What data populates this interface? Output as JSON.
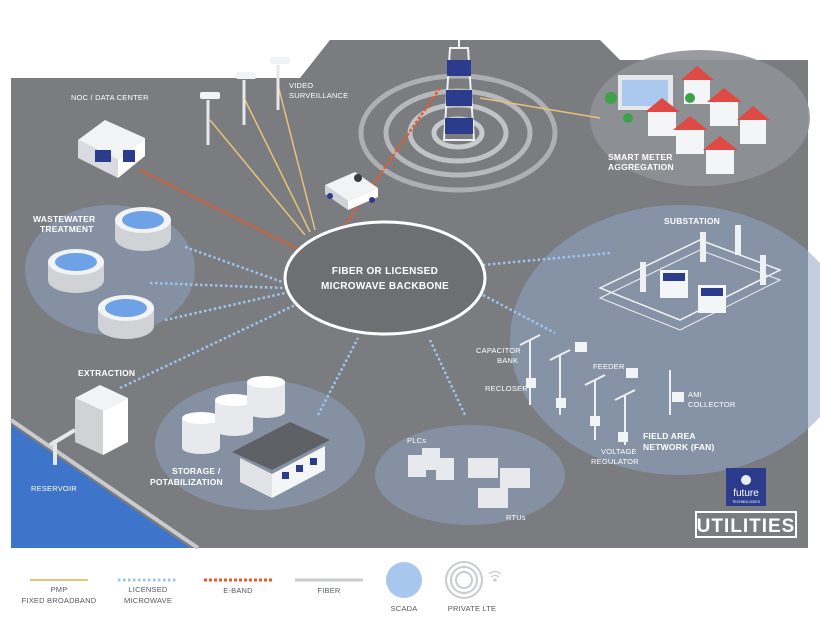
{
  "hub": {
    "line1": "FIBER OR LICENSED",
    "line2": "MICROWAVE BACKBONE"
  },
  "nodes": {
    "noc": "NOC / DATA CENTER",
    "video_1": "VIDEO",
    "video_2": "SURVEILLANCE",
    "smart_meter_1": "SMART METER",
    "smart_meter_2": "AGGREGATION",
    "wastewater_1": "WASTEWATER",
    "wastewater_2": "TREATMENT",
    "substation": "SUBSTATION",
    "extraction": "EXTRACTION",
    "capacitor_1": "CAPACITOR",
    "capacitor_2": "BANK",
    "feeder": "FEEDER",
    "recloser": "RECLOSER",
    "ami_1": "AMI",
    "ami_2": "COLLECTOR",
    "fan_1": "FIELD AREA",
    "fan_2": "NETWORK (FAN)",
    "voltage_1": "VOLTAGE",
    "voltage_2": "REGULATOR",
    "plcs": "PLCs",
    "rtus": "RTUs",
    "storage_1": "STORAGE /",
    "storage_2": "POTABILIZATION",
    "reservoir": "RESERVOIR"
  },
  "brand": {
    "logo_1": "future",
    "logo_2": "TECHNOLOGIES",
    "title": "UTILITIES"
  },
  "legend": {
    "pmp_1": "PMP",
    "pmp_2": "FIXED BROADBAND",
    "licensed_1": "LICENSED",
    "licensed_2": "MICROWAVE",
    "eband": "E-BAND",
    "fiber": "FIBER",
    "scada": "SCADA",
    "private_lte": "PRIVATE LTE"
  },
  "colors": {
    "background": "#7a7c80",
    "hub_stroke": "#ffffff",
    "pmp": "#e8c27a",
    "licensed": "#9ec4ee",
    "eband": "#e85a2a",
    "fiber": "#c9cbcf",
    "scada": "#a7c8ec",
    "water": "#3e74c9",
    "legend_text": "#555a60"
  }
}
